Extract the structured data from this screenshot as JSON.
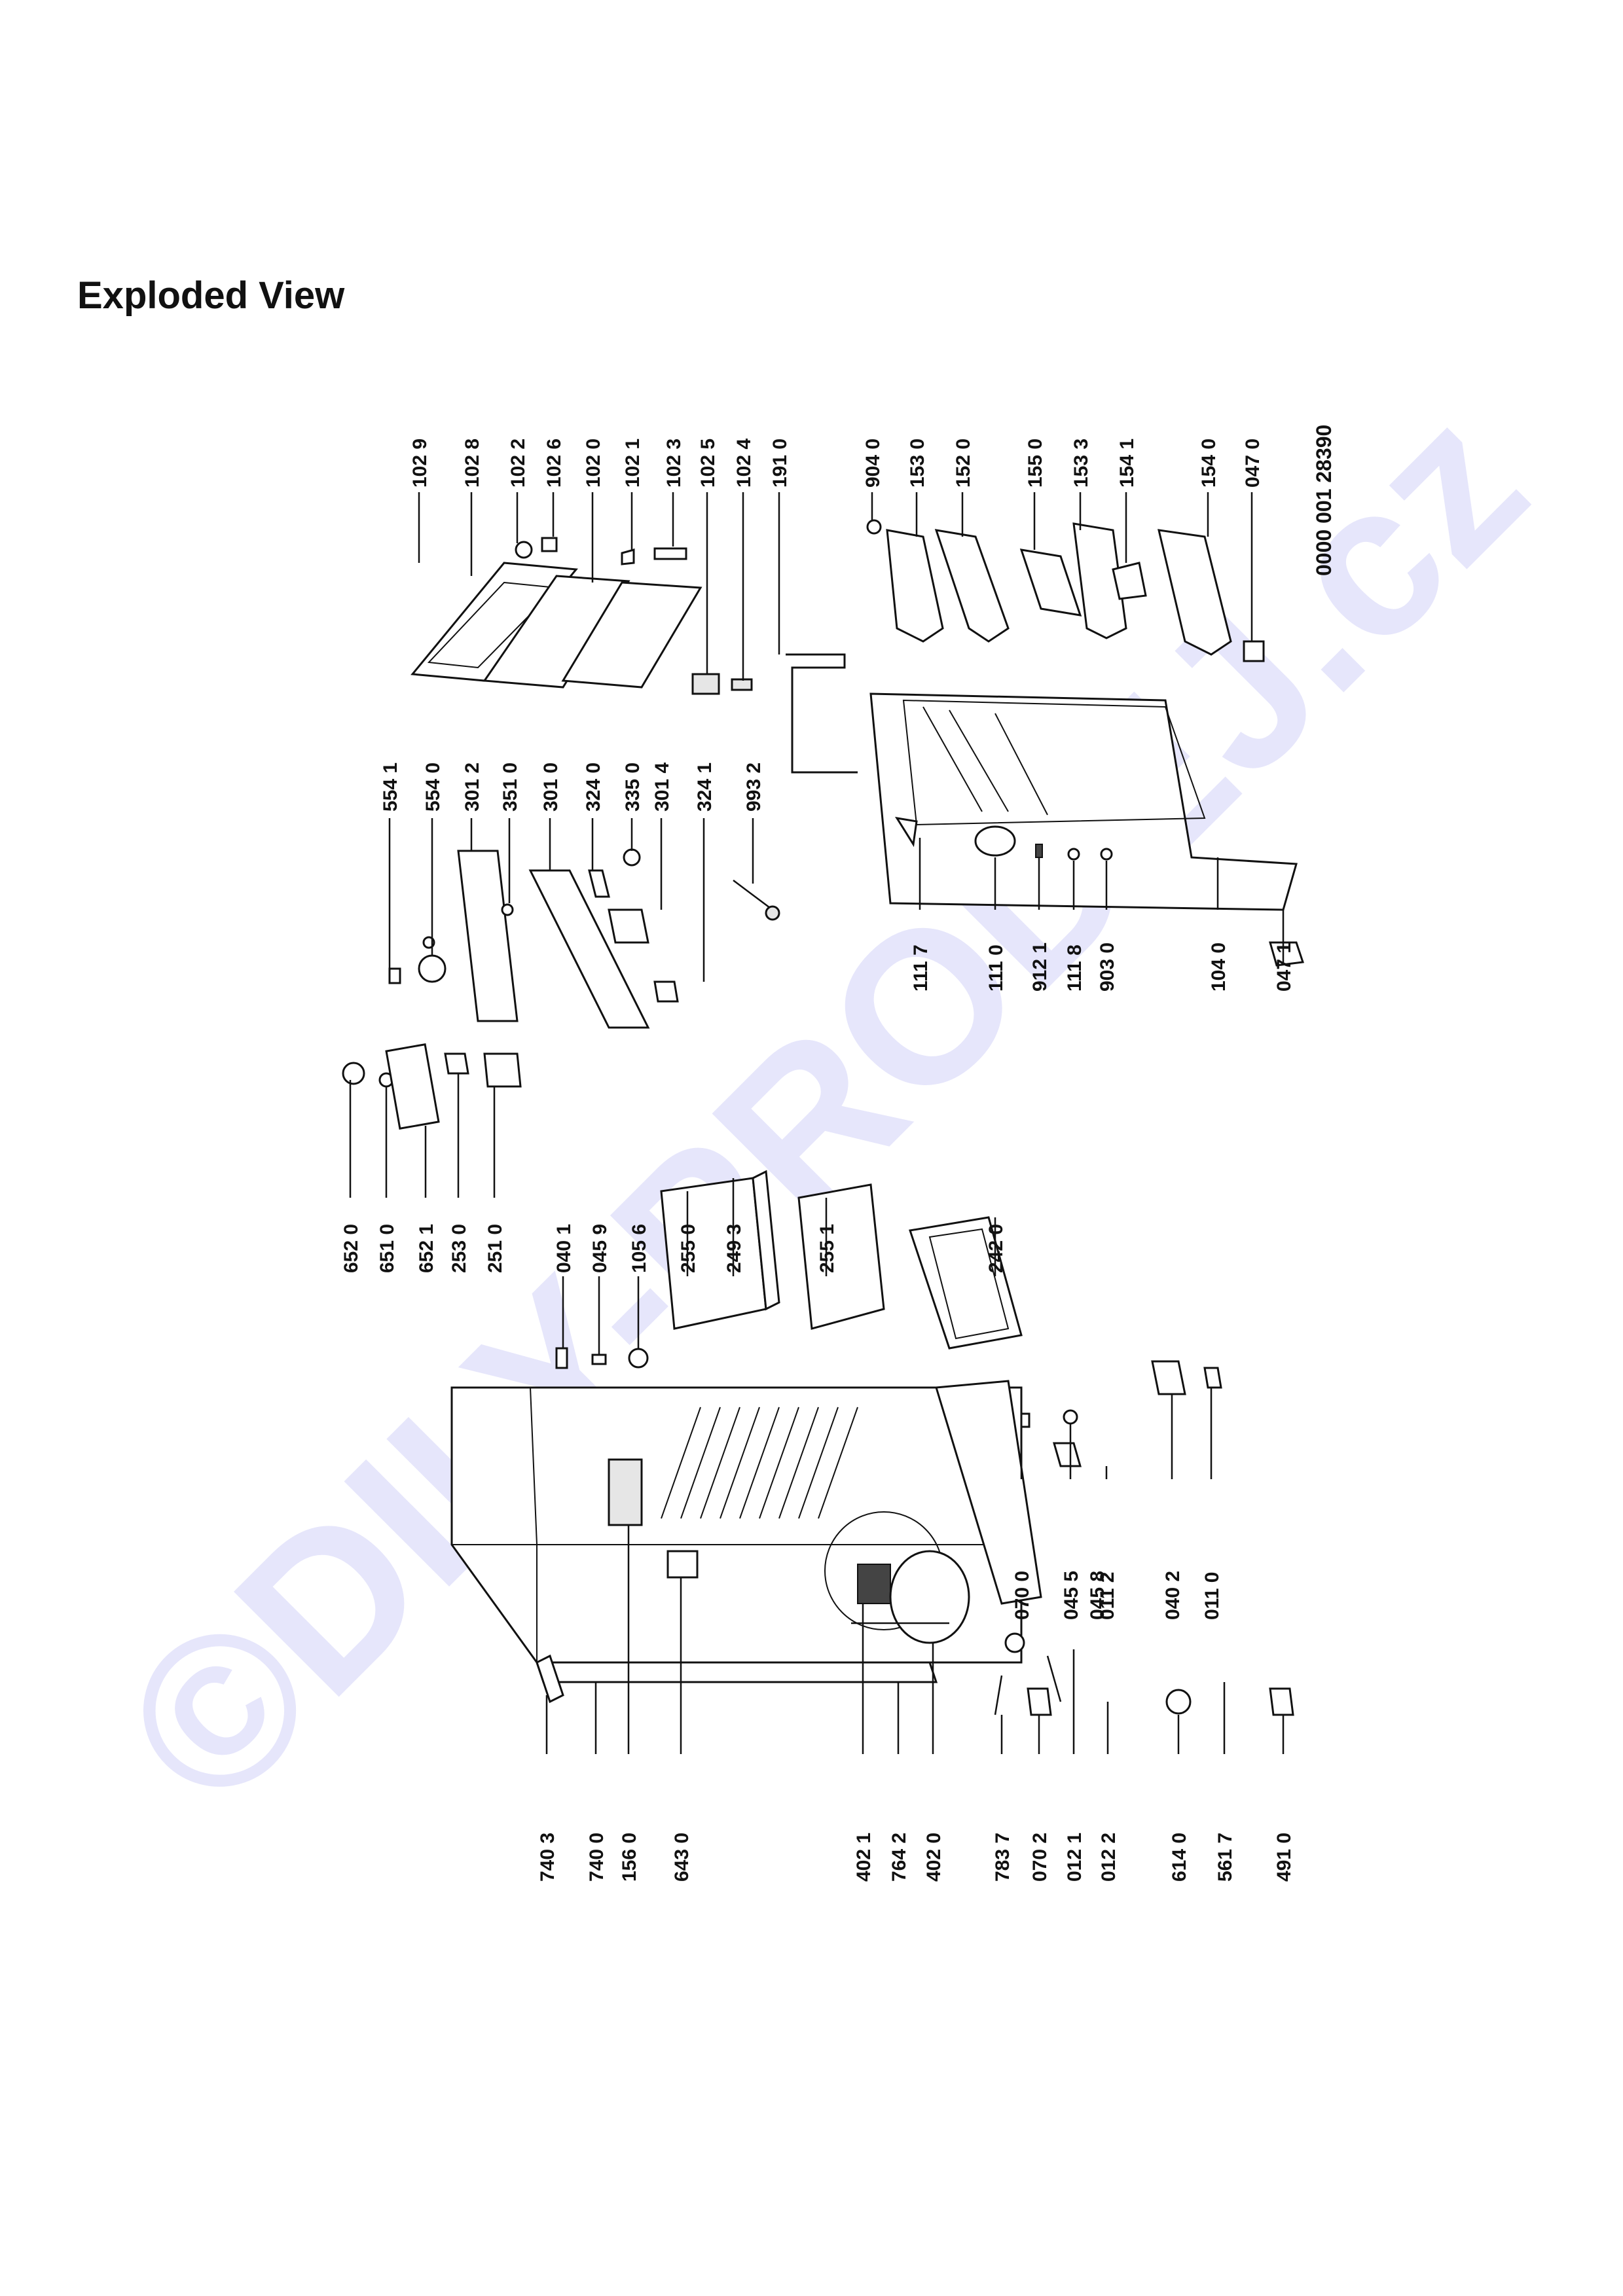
{
  "title": "Exploded View",
  "document_number": "0000 001 28390",
  "watermark": "©DILY-PRODEJ.cz",
  "colors": {
    "ink": "#111111",
    "watermark": "#e6e6fb",
    "paper": "#ffffff"
  },
  "labels": {
    "l1029": "102 9",
    "l1028": "102 8",
    "l1022": "102 2",
    "l1026": "102 6",
    "l1020": "102 0",
    "l1021": "102 1",
    "l1023": "102 3",
    "l1025": "102 5",
    "l1024": "102 4",
    "l1910": "191 0",
    "l9040": "904 0",
    "l1530": "153 0",
    "l1520": "152 0",
    "l1550": "155 0",
    "l1533": "153 3",
    "l1541": "154 1",
    "l1540": "154 0",
    "l0470": "047 0",
    "l5541": "554 1",
    "l5540": "554 0",
    "l3012": "301 2",
    "l3510": "351 0",
    "l3010": "301 0",
    "l3240": "324 0",
    "l3350": "335 0",
    "l3014": "301 4",
    "l3241": "324 1",
    "l9932": "993 2",
    "l1117": "111 7",
    "l1110": "111 0",
    "l9121": "912 1",
    "l1118": "111 8",
    "l9030": "903 0",
    "l1040": "104 0",
    "l0471": "047 1",
    "l6520": "652 0",
    "l6510": "651 0",
    "l6521": "652 1",
    "l2530": "253 0",
    "l2510": "251 0",
    "l0401": "040 1",
    "l0459": "045 9",
    "l1056": "105 6",
    "l2550": "255 0",
    "l2493": "249 3",
    "l2551": "255 1",
    "l2420": "242 0",
    "l0700": "070 0",
    "l0455": "045 5",
    "l0458": "045 8",
    "l0112": "011 2",
    "l0402": "040 2",
    "l0110": "011 0",
    "l7403": "740 3",
    "l7400": "740 0",
    "l1560": "156 0",
    "l6430": "643 0",
    "l4021": "402 1",
    "l7642": "764 2",
    "l4020": "402 0",
    "l7837": "783 7",
    "l0702": "070 2",
    "l0121": "012 1",
    "l0122": "012 2",
    "l6140": "614 0",
    "l5617": "561 7",
    "l4910": "491 0"
  }
}
